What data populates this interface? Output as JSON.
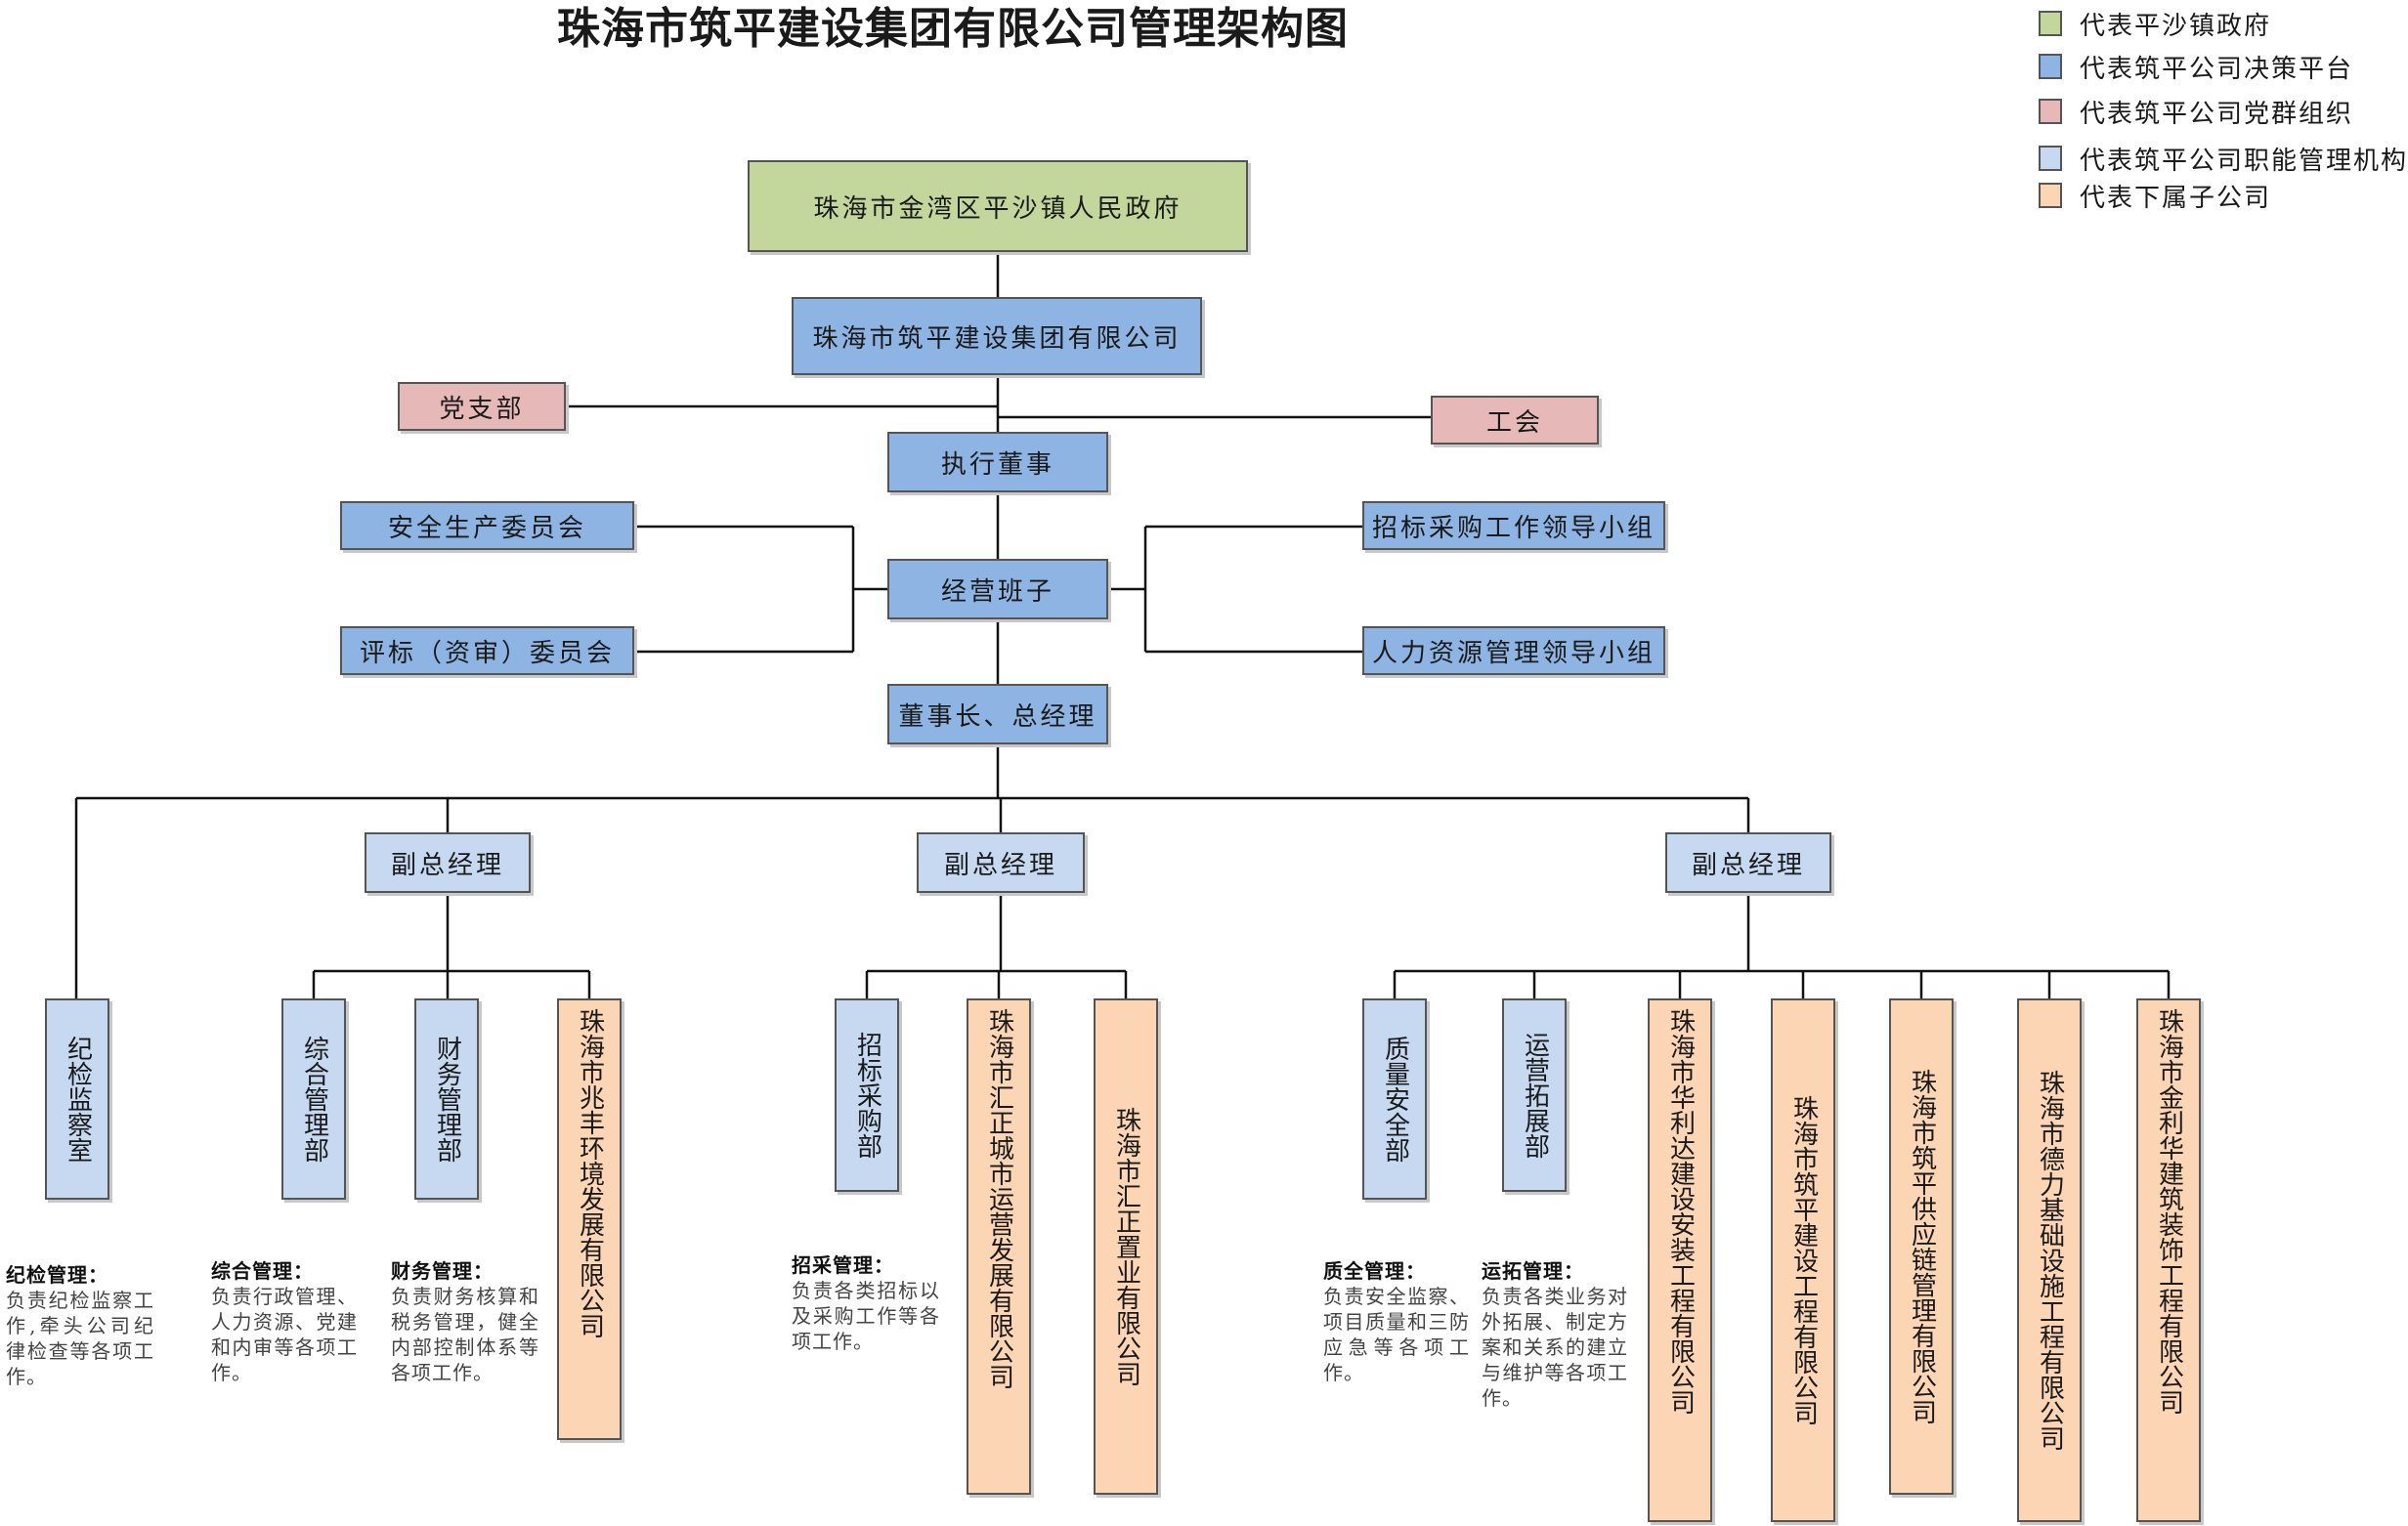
{
  "title": "珠海市筑平建设集团有限公司管理架构图",
  "legend": [
    {
      "label": "代表平沙镇政府",
      "color": "#c3d69b"
    },
    {
      "label": "代表筑平公司决策平台",
      "color": "#8eb4e3"
    },
    {
      "label": "代表筑平公司党群组织",
      "color": "#e6b9b8"
    },
    {
      "label": "代表筑平公司职能管理机构",
      "color": "#c6d9f1"
    },
    {
      "label": "代表下属子公司",
      "color": "#fcd5b5"
    }
  ],
  "nodes": {
    "gov": "珠海市金湾区平沙镇人民政府",
    "group": "珠海市筑平建设集团有限公司",
    "party": "党支部",
    "union": "工会",
    "exec_director": "执行董事",
    "safety_committee": "安全生产委员会",
    "bid_committee": "评标（资审）委员会",
    "team": "经营班子",
    "procurement_group": "招标采购工作领导小组",
    "hr_group": "人力资源管理领导小组",
    "chairman": "董事长、总经理",
    "vp_left": "副总经理",
    "vp_mid": "副总经理",
    "vp_right": "副总经理",
    "discipline": "纪检监察室",
    "general_dept": "综合管理部",
    "finance_dept": "财务管理部",
    "zhaofeng": "珠海市兆丰环境发展有限公司",
    "procurement_dept": "招标采购部",
    "huizheng_city": "珠海市汇正城市运营发展有限公司",
    "huizheng_estate": "珠海市汇正置业有限公司",
    "quality_dept": "质量安全部",
    "operation_dept": "运营拓展部",
    "huali": "珠海市华利达建设安装工程有限公司",
    "zhuping_build": "珠海市筑平建设工程有限公司",
    "zhuping_supply": "珠海市筑平供应链管理有限公司",
    "deli": "珠海市德力基础设施工程有限公司",
    "jinlihua": "珠海市金利华建筑装饰工程有限公司"
  },
  "descriptions": {
    "discipline": {
      "title": "纪检管理：",
      "text": "负责纪检监察工作,牵头公司纪律检查等各项工作。"
    },
    "general": {
      "title": "综合管理：",
      "text": "负责行政管理、人力资源、党建和内审等各项工作。"
    },
    "finance": {
      "title": "财务管理：",
      "text": "负责财务核算和税务管理，健全内部控制体系等各项工作。"
    },
    "procurement": {
      "title": "招采管理：",
      "text": "负责各类招标以及采购工作等各项工作。"
    },
    "quality": {
      "title": "质全管理：",
      "text": "负责安全监察、项目质量和三防应急等各项工作。"
    },
    "operation": {
      "title": "运拓管理：",
      "text": "负责各类业务对外拓展、制定方案和关系的建立与维护等各项工作。"
    }
  }
}
